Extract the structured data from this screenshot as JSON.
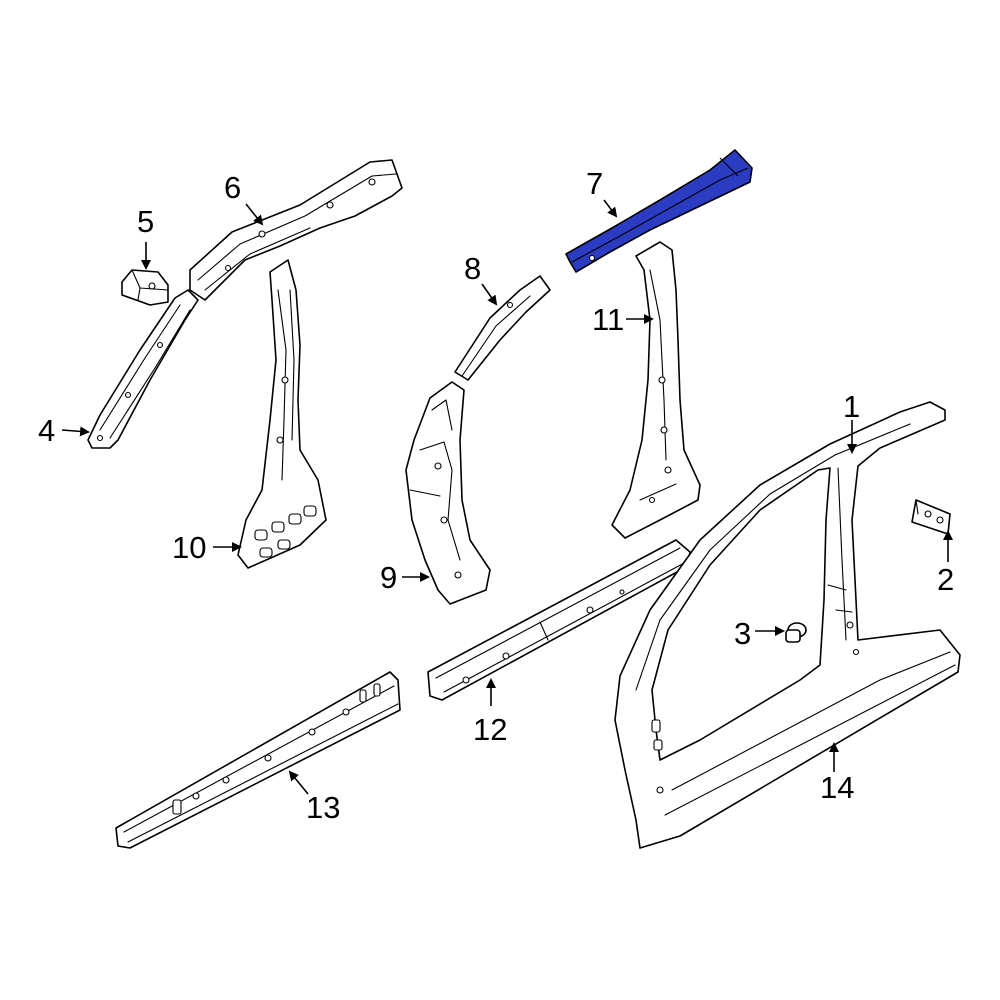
{
  "highlight_color": "#2B3CC2",
  "callouts": {
    "p1": "1",
    "p2": "2",
    "p3": "3",
    "p4": "4",
    "p5": "5",
    "p6": "6",
    "p7": "7",
    "p8": "8",
    "p9": "9",
    "p10": "10",
    "p11": "11",
    "p12": "12",
    "p13": "13",
    "p14": "14"
  },
  "highlighted_part": "7"
}
